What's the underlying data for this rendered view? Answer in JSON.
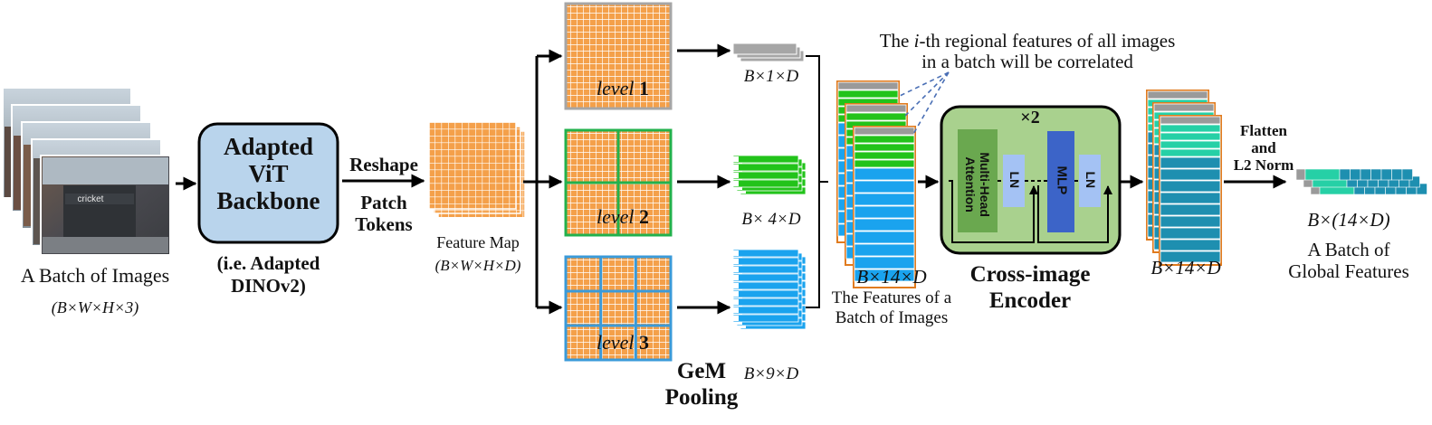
{
  "input": {
    "label": "A Batch of Images",
    "dims": "(B×W×H×3)",
    "storefront_sign": "cricket"
  },
  "backbone": {
    "title_lines": [
      "Adapted",
      "ViT",
      "Backbone"
    ],
    "note_lines": [
      "(i.e. Adapted",
      "DINOv2)"
    ]
  },
  "reshape": {
    "label": "Reshape",
    "tokens_lines": [
      "Patch",
      "Tokens"
    ]
  },
  "feature_map": {
    "label": "Feature Map",
    "dims": "(B×W×H×D)"
  },
  "levels": [
    {
      "word": "level",
      "num": "1",
      "dims": "B×1×D",
      "color": "#a6a6a6"
    },
    {
      "word": "level",
      "num": "2",
      "dims": "B× 4×D",
      "color": "#22b14c"
    },
    {
      "word": "level",
      "num": "3",
      "dims": "B×9×D",
      "color": "#3a9ad9"
    }
  ],
  "gem": {
    "lines": [
      "GeM",
      "Pooling"
    ]
  },
  "features": {
    "dims": "B×14×D",
    "caption_lines": [
      "The Features of a",
      "Batch of Images"
    ]
  },
  "annotation": {
    "line1_pre": "The ",
    "line1_em": "i",
    "line1_post": "-th regional features of all images",
    "line2": "in a batch will be correlated"
  },
  "encoder": {
    "repeat": "×2",
    "attention_lines": [
      "Multi-Head",
      "Attention"
    ],
    "ln": "LN",
    "mlp": "MLP",
    "title_lines": [
      "Cross-image",
      "Encoder"
    ]
  },
  "output": {
    "dims": "B×14×D"
  },
  "flatten": {
    "lines": [
      "Flatten",
      "and",
      "L2 Norm"
    ]
  },
  "global": {
    "dims": "B×(14×D)",
    "caption_lines": [
      "A Batch of",
      "Global Features"
    ]
  },
  "colors": {
    "orange": "#f4a04a",
    "orange_dark": "#e07b1f",
    "green": "#22c31a",
    "blue": "#1aa3ee",
    "teal_light": "#26d0a6",
    "teal": "#1e8fb0",
    "backbone_fill": "#b9d4ec",
    "encoder_fill": "#a9d18e",
    "attention_fill": "#6aa84f",
    "ln_fill": "#a4c2f4",
    "mlp_fill": "#3c64c8",
    "gray": "#9a9a9a",
    "level2_grid": "#22b14c",
    "level3_grid": "#3a9ad9"
  }
}
